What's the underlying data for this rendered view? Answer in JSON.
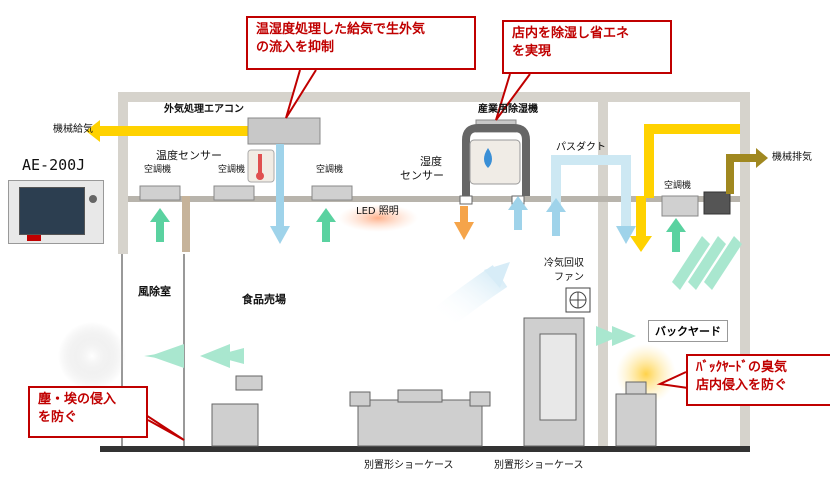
{
  "controller": {
    "model": "AE-200J"
  },
  "labels": {
    "mech_supply": "機械給気",
    "mech_exhaust": "機械排気",
    "outdoor_ac": "外気処理エアコン",
    "dehumidifier": "産業用除湿機",
    "temp_sensor": "温度センサー",
    "humidity_sensor_1": "湿度",
    "humidity_sensor_2": "センサー",
    "pass_duct": "パスダクト",
    "ac_unit": "空調機",
    "led": "LED 照明",
    "vestibule": "風除室",
    "sales_floor": "食品売場",
    "fan_1": "冷気回収",
    "fan_2": "ファン",
    "backyard": "バックヤード",
    "showcase": "別置形ショーケース"
  },
  "callouts": {
    "supply_1": "温湿度処理した給気で生外気",
    "supply_2": "の流入を抑制",
    "dehum_1": "店内を除湿し省エネ",
    "dehum_2": "を実現",
    "dust_1": "塵・埃の侵入",
    "dust_2": "を防ぐ",
    "odor_1": "ﾊﾞｯｸﾔｰﾄﾞの臭気",
    "odor_2": "店内侵入を防ぐ"
  },
  "colors": {
    "wall": "#d6d3cc",
    "supply_arrow": "#ffd200",
    "cold_arrow": "#9fd3ea",
    "fresh_arrow": "#5ad2a0",
    "warm_arrow": "#f5a44a",
    "callout_border": "#c00000"
  }
}
